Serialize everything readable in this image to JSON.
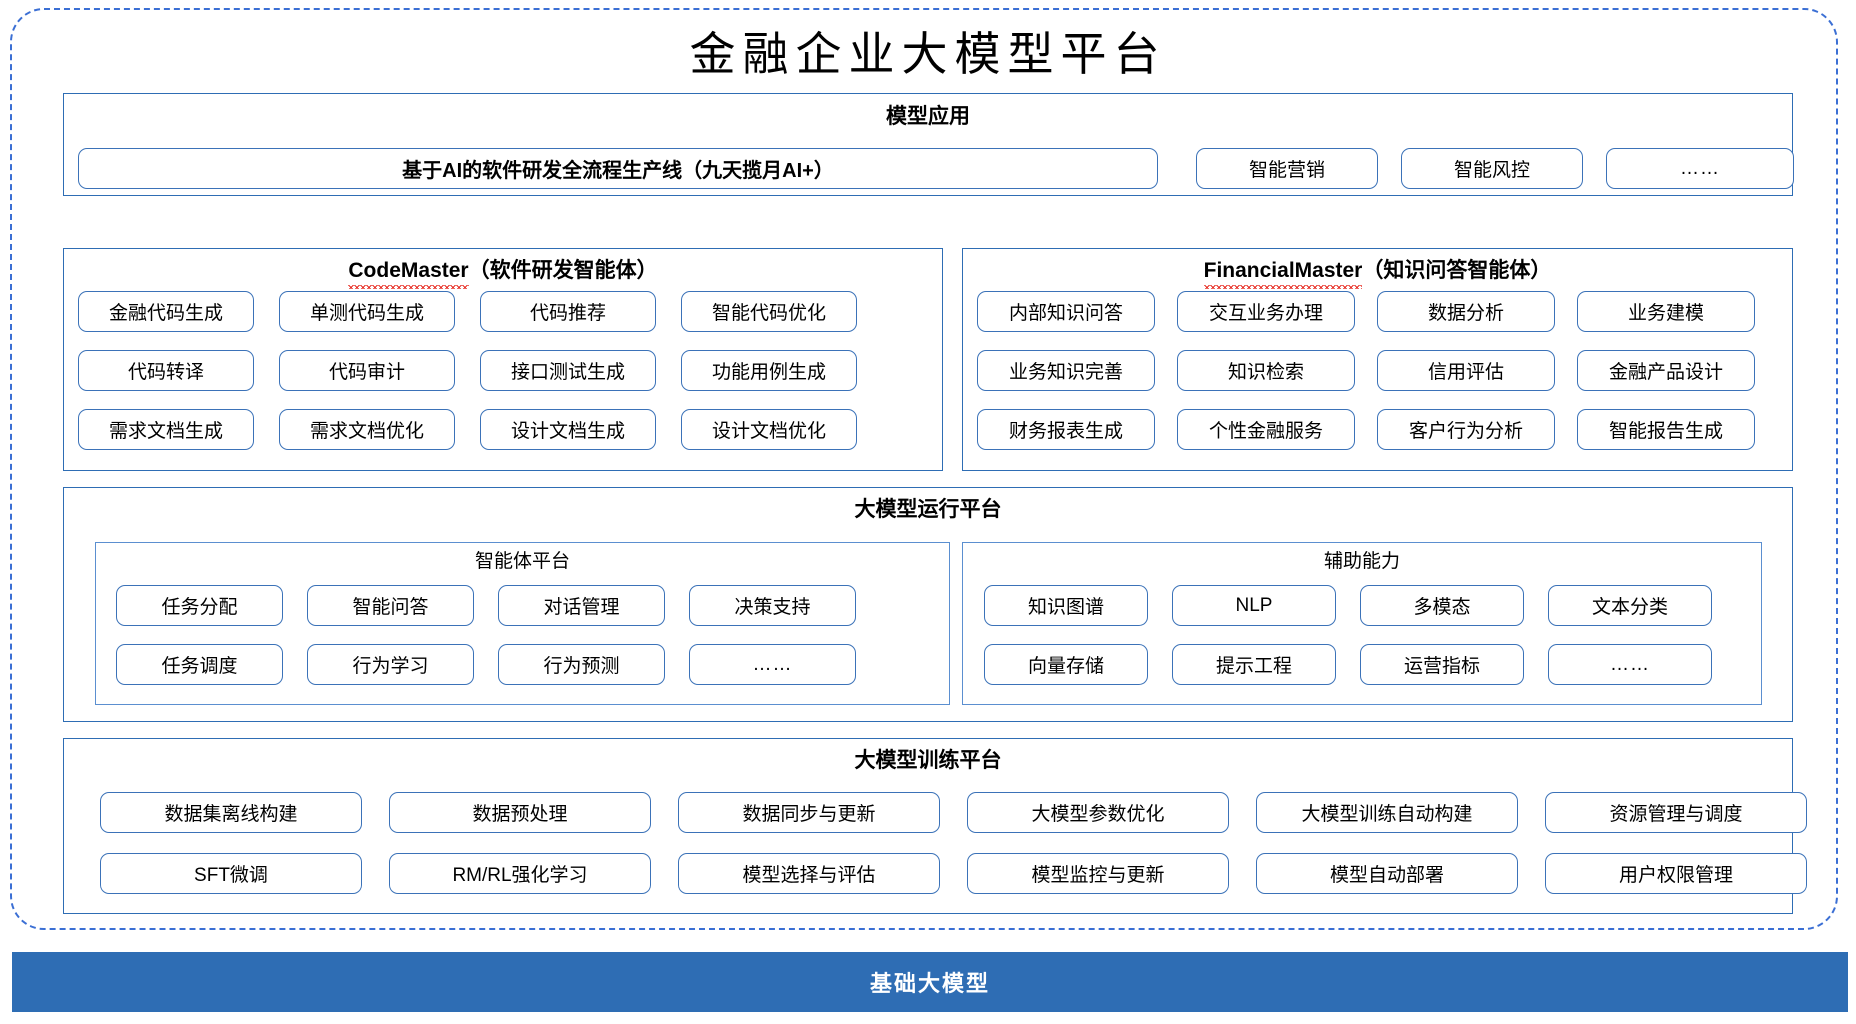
{
  "title": "金融企业大模型平台",
  "colors": {
    "frame_dashed": "#3B6FD4",
    "panel_border": "#2E6DB4",
    "chip_border": "#3B72B8",
    "base_bar_bg": "#2E6DB4",
    "base_bar_text": "#FFFFFF",
    "spellcheck_underline": "#E8332A"
  },
  "model_application": {
    "title": "模型应用",
    "banner": "基于AI的软件研发全流程生产线（九天揽月AI+）",
    "items": [
      "智能营销",
      "智能风控",
      "……"
    ]
  },
  "code_master": {
    "title_en": "CodeMaster",
    "title_cn": "（软件研发智能体）",
    "rows": [
      [
        "金融代码生成",
        "单测代码生成",
        "代码推荐",
        "智能代码优化"
      ],
      [
        "代码转译",
        "代码审计",
        "接口测试生成",
        "功能用例生成"
      ],
      [
        "需求文档生成",
        "需求文档优化",
        "设计文档生成",
        "设计文档优化"
      ]
    ]
  },
  "financial_master": {
    "title_en": "FinancialMaster",
    "title_cn": "（知识问答智能体）",
    "rows": [
      [
        "内部知识问答",
        "交互业务办理",
        "数据分析",
        "业务建模"
      ],
      [
        "业务知识完善",
        "知识检索",
        "信用评估",
        "金融产品设计"
      ],
      [
        "财务报表生成",
        "个性金融服务",
        "客户行为分析",
        "智能报告生成"
      ]
    ]
  },
  "runtime_platform": {
    "title": "大模型运行平台",
    "agent_platform": {
      "title": "智能体平台",
      "rows": [
        [
          "任务分配",
          "智能问答",
          "对话管理",
          "决策支持"
        ],
        [
          "任务调度",
          "行为学习",
          "行为预测",
          "……"
        ]
      ]
    },
    "auxiliary_capability": {
      "title": "辅助能力",
      "rows": [
        [
          "知识图谱",
          "NLP",
          "多模态",
          "文本分类"
        ],
        [
          "向量存储",
          "提示工程",
          "运营指标",
          "……"
        ]
      ]
    }
  },
  "training_platform": {
    "title": "大模型训练平台",
    "rows": [
      [
        "数据集离线构建",
        "数据预处理",
        "数据同步与更新",
        "大模型参数优化",
        "大模型训练自动构建",
        "资源管理与调度"
      ],
      [
        "SFT微调",
        "RM/RL强化学习",
        "模型选择与评估",
        "模型监控与更新",
        "模型自动部署",
        "用户权限管理"
      ]
    ]
  },
  "base_model_bar": {
    "label": "基础大模型"
  }
}
